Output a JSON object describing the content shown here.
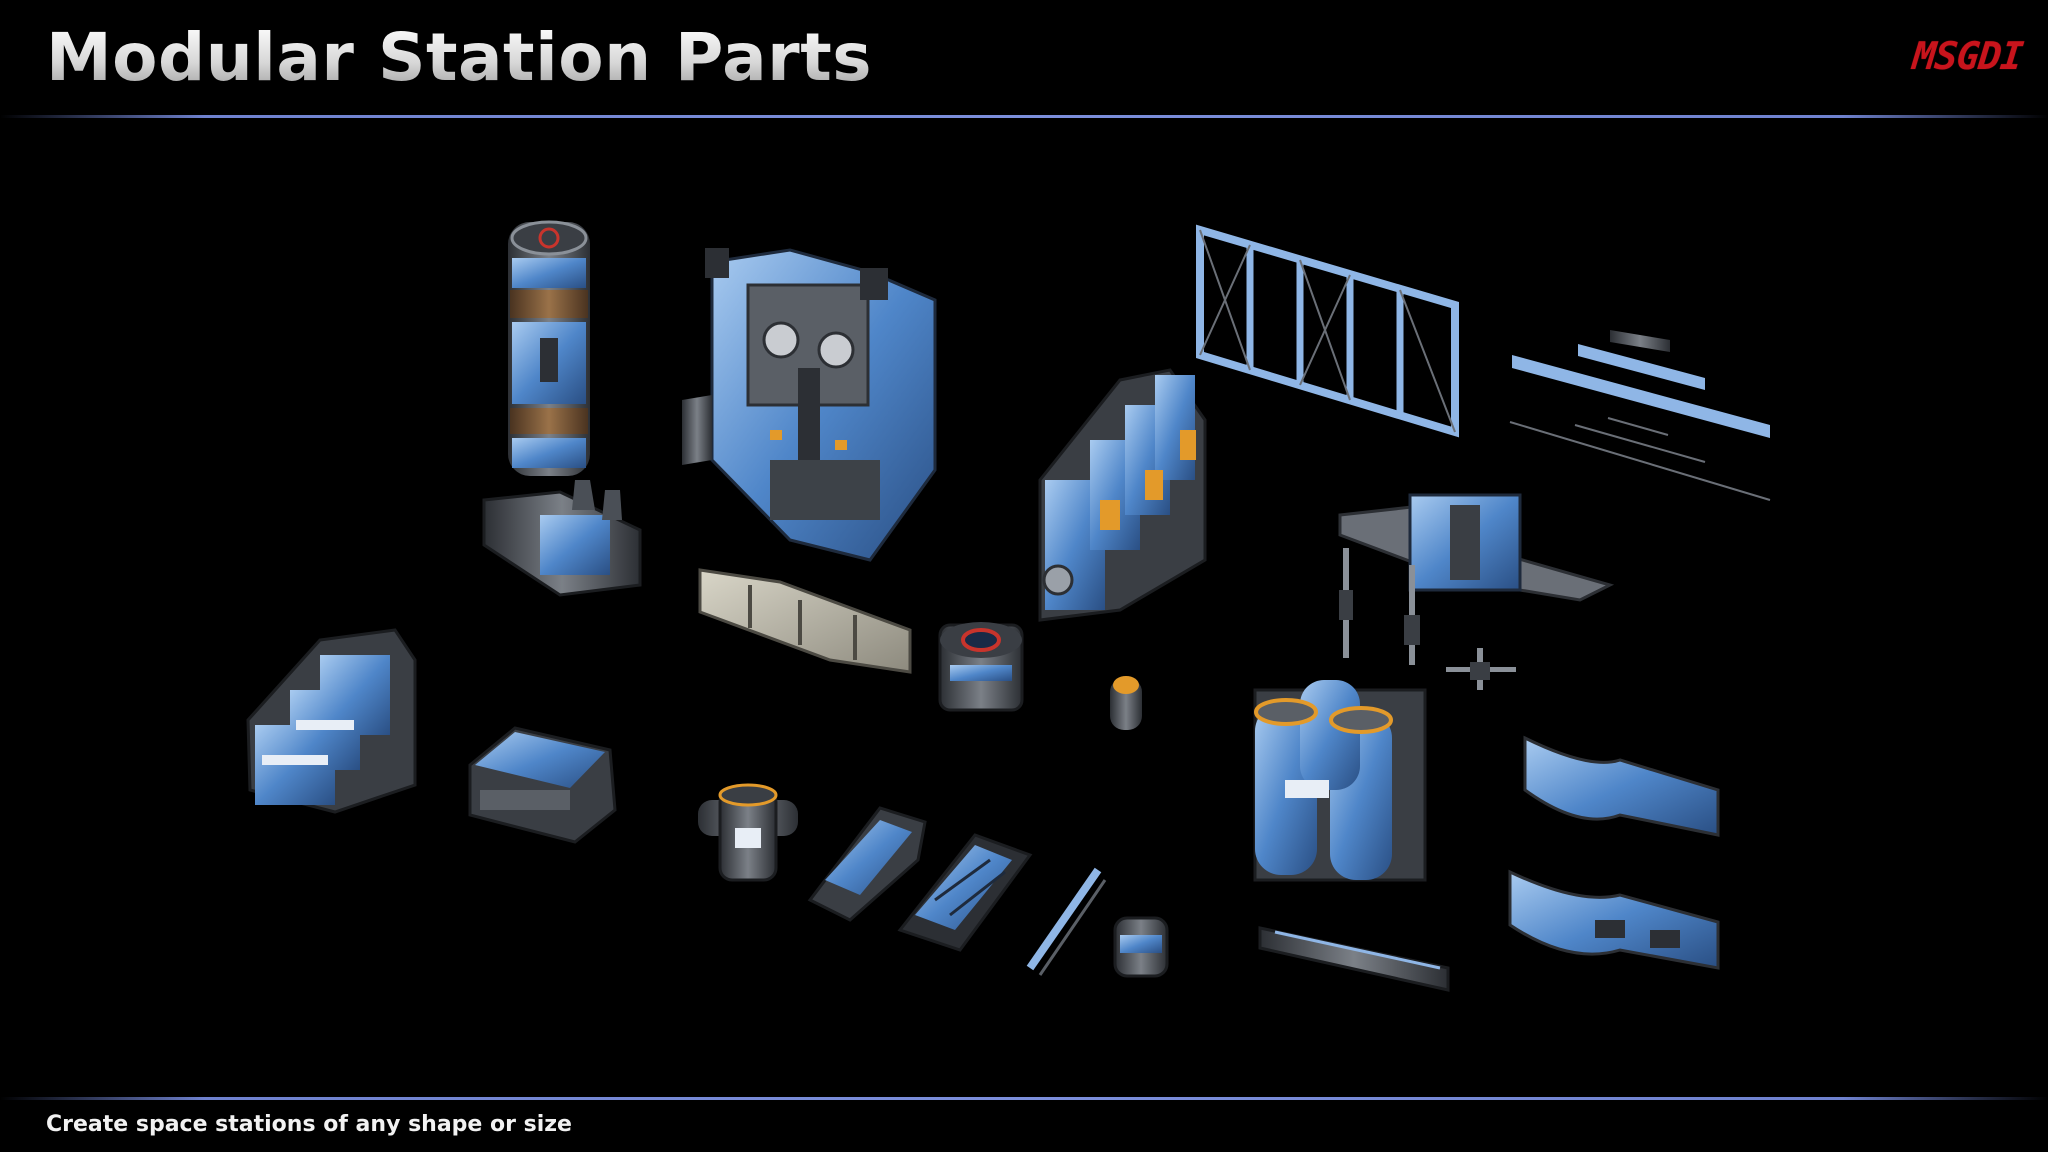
{
  "header": {
    "title": "Modular Station Parts",
    "logo_text": "MSGDI"
  },
  "footer": {
    "caption": "Create space stations of any shape or size"
  },
  "colors": {
    "background": "#000000",
    "rule": "#7c8fdc",
    "logo": "#c8141c",
    "panel_blue": "#4f86c9",
    "panel_light": "#9ec2ea",
    "metal": "#5a5f66",
    "metal_dark": "#2c2f34",
    "accent_orange": "#e39a2a"
  },
  "parts": [
    {
      "name": "cylinder-module-part",
      "icon": "cylinder-icon"
    },
    {
      "name": "docking-tower-part",
      "icon": "tower-icon"
    },
    {
      "name": "ribbed-connector-part",
      "icon": "connector-icon"
    },
    {
      "name": "corridor-segment-part",
      "icon": "corridor-icon"
    },
    {
      "name": "stacked-hab-module-part",
      "icon": "stack-icon"
    },
    {
      "name": "truss-frame-part",
      "icon": "truss-icon"
    },
    {
      "name": "beam-set-part",
      "icon": "beam-icon"
    },
    {
      "name": "winged-hub-part",
      "icon": "hub-icon"
    },
    {
      "name": "antenna-part",
      "icon": "antenna-icon"
    },
    {
      "name": "round-node-part",
      "icon": "node-icon"
    },
    {
      "name": "small-pod-part",
      "icon": "pod-icon"
    },
    {
      "name": "cargo-block-large-part",
      "icon": "block-icon"
    },
    {
      "name": "cargo-crate-part",
      "icon": "crate-icon"
    },
    {
      "name": "reactor-cluster-part",
      "icon": "reactor-icon"
    },
    {
      "name": "arc-ring-segment-part",
      "icon": "arc-icon"
    },
    {
      "name": "junction-node-part",
      "icon": "junction-icon"
    },
    {
      "name": "half-pipe-part",
      "icon": "pipe-icon"
    },
    {
      "name": "lattice-pipe-part",
      "icon": "lattice-icon"
    },
    {
      "name": "strut-part",
      "icon": "strut-icon"
    },
    {
      "name": "mini-canister-part",
      "icon": "canister-icon"
    },
    {
      "name": "rail-segment-part",
      "icon": "rail-icon"
    }
  ]
}
